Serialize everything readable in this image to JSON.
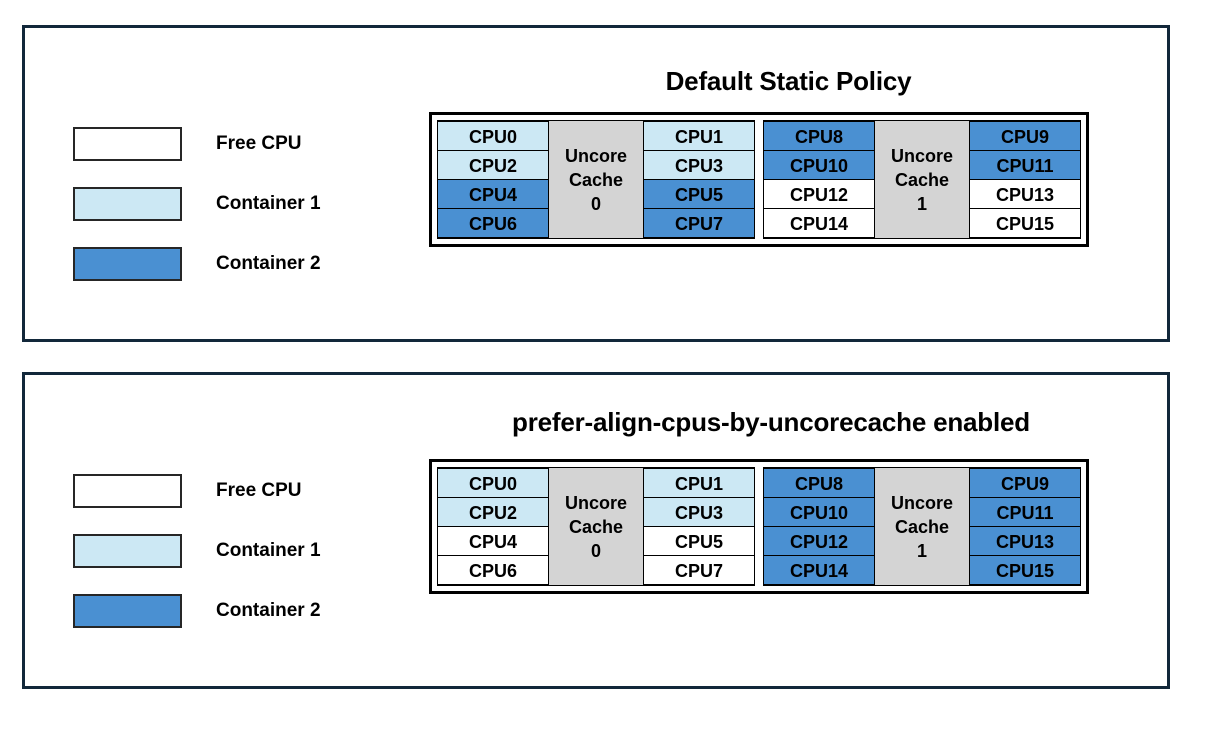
{
  "colors": {
    "free": "#ffffff",
    "container1": "#cce8f4",
    "container2": "#4a90d2",
    "cache": "#d4d4d4",
    "panel_border": "#12283a",
    "cell_border": "#000000"
  },
  "panels": [
    {
      "id": "default-static-policy",
      "title": "Default Static Policy",
      "legend": [
        {
          "label": "Free CPU",
          "fill": "free"
        },
        {
          "label": "Container 1",
          "fill": "container1"
        },
        {
          "label": "Container 2",
          "fill": "container2"
        }
      ],
      "groups": [
        {
          "cache_label_lines": [
            "Uncore",
            "Cache",
            "0"
          ],
          "left_column": [
            {
              "label": "CPU0",
              "fill": "container1"
            },
            {
              "label": "CPU2",
              "fill": "container1"
            },
            {
              "label": "CPU4",
              "fill": "container2"
            },
            {
              "label": "CPU6",
              "fill": "container2"
            }
          ],
          "right_column": [
            {
              "label": "CPU1",
              "fill": "container1"
            },
            {
              "label": "CPU3",
              "fill": "container1"
            },
            {
              "label": "CPU5",
              "fill": "container2"
            },
            {
              "label": "CPU7",
              "fill": "container2"
            }
          ]
        },
        {
          "cache_label_lines": [
            "Uncore",
            "Cache",
            "1"
          ],
          "left_column": [
            {
              "label": "CPU8",
              "fill": "container2"
            },
            {
              "label": "CPU10",
              "fill": "container2"
            },
            {
              "label": "CPU12",
              "fill": "free"
            },
            {
              "label": "CPU14",
              "fill": "free"
            }
          ],
          "right_column": [
            {
              "label": "CPU9",
              "fill": "container2"
            },
            {
              "label": "CPU11",
              "fill": "container2"
            },
            {
              "label": "CPU13",
              "fill": "free"
            },
            {
              "label": "CPU15",
              "fill": "free"
            }
          ]
        }
      ]
    },
    {
      "id": "prefer-align-cpus-by-uncorecache-enabled",
      "title": "prefer-align-cpus-by-uncorecache enabled",
      "legend": [
        {
          "label": "Free CPU",
          "fill": "free"
        },
        {
          "label": "Container 1",
          "fill": "container1"
        },
        {
          "label": "Container 2",
          "fill": "container2"
        }
      ],
      "groups": [
        {
          "cache_label_lines": [
            "Uncore",
            "Cache",
            "0"
          ],
          "left_column": [
            {
              "label": "CPU0",
              "fill": "container1"
            },
            {
              "label": "CPU2",
              "fill": "container1"
            },
            {
              "label": "CPU4",
              "fill": "free"
            },
            {
              "label": "CPU6",
              "fill": "free"
            }
          ],
          "right_column": [
            {
              "label": "CPU1",
              "fill": "container1"
            },
            {
              "label": "CPU3",
              "fill": "container1"
            },
            {
              "label": "CPU5",
              "fill": "free"
            },
            {
              "label": "CPU7",
              "fill": "free"
            }
          ]
        },
        {
          "cache_label_lines": [
            "Uncore",
            "Cache",
            "1"
          ],
          "left_column": [
            {
              "label": "CPU8",
              "fill": "container2"
            },
            {
              "label": "CPU10",
              "fill": "container2"
            },
            {
              "label": "CPU12",
              "fill": "container2"
            },
            {
              "label": "CPU14",
              "fill": "container2"
            }
          ],
          "right_column": [
            {
              "label": "CPU9",
              "fill": "container2"
            },
            {
              "label": "CPU11",
              "fill": "container2"
            },
            {
              "label": "CPU13",
              "fill": "container2"
            },
            {
              "label": "CPU15",
              "fill": "container2"
            }
          ]
        }
      ]
    }
  ]
}
